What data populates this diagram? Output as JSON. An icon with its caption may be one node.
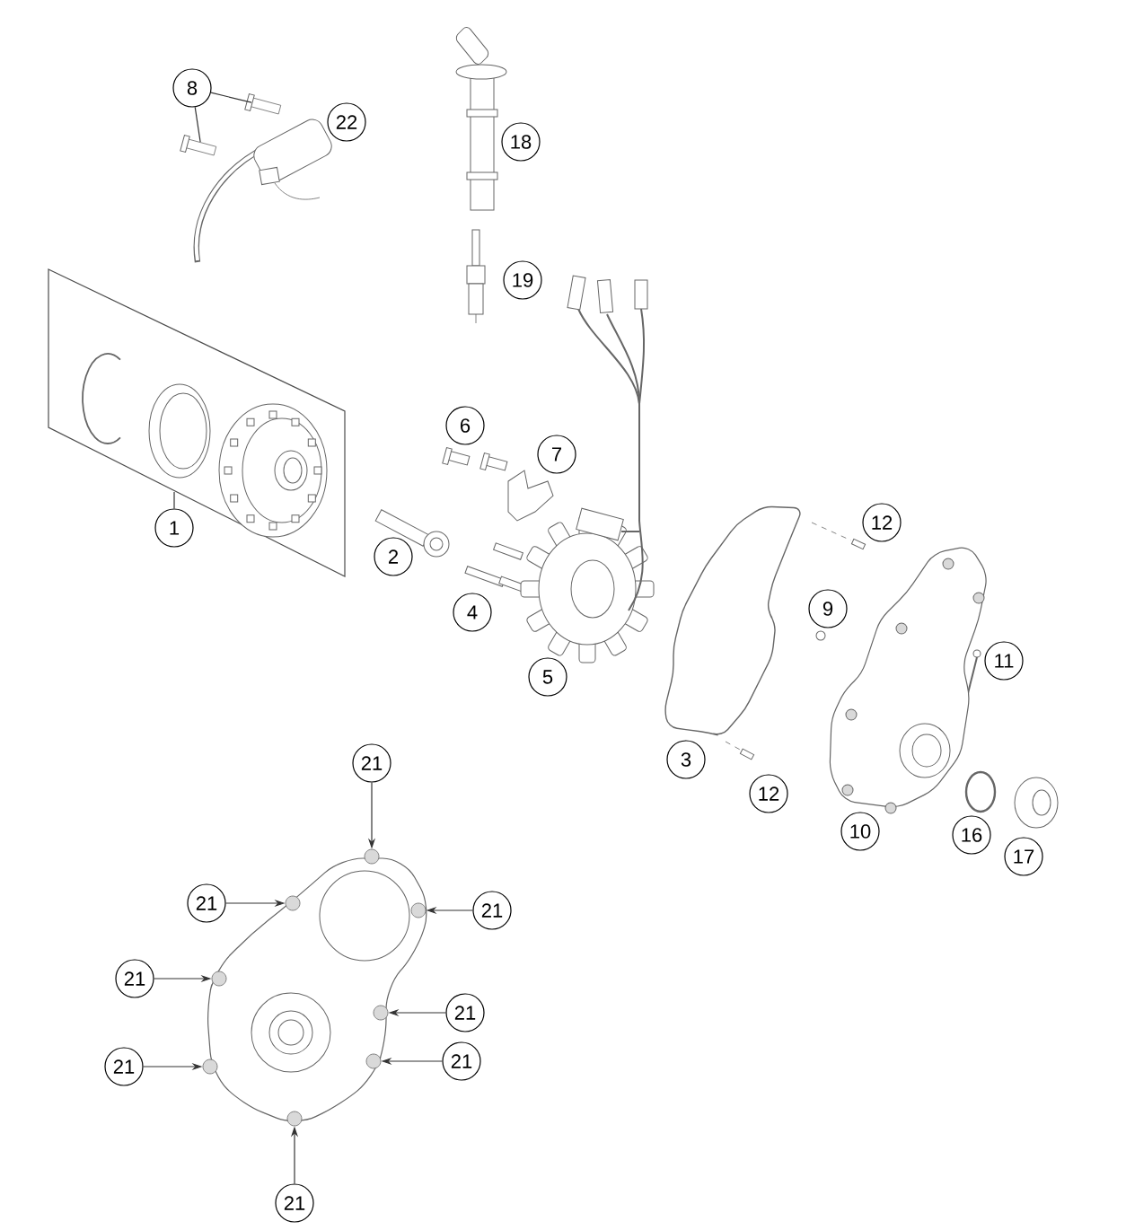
{
  "diagram": {
    "nodes": [
      {
        "text": [
          "8"
        ]
      },
      {
        "text": [
          "22"
        ]
      },
      {
        "text": [
          "18"
        ]
      },
      {
        "text": [
          "19"
        ]
      },
      {
        "text": [
          "6"
        ]
      },
      {
        "text": [
          "7"
        ]
      },
      {
        "text": [
          "12"
        ]
      },
      {
        "text": [
          "1"
        ]
      },
      {
        "text": [
          "2"
        ]
      },
      {
        "text": [
          "9"
        ]
      },
      {
        "text": [
          "4"
        ]
      },
      {
        "text": [
          "11"
        ]
      },
      {
        "text": [
          "5"
        ]
      },
      {
        "text": [
          "3"
        ]
      },
      {
        "text": [
          "21"
        ]
      },
      {
        "text": [
          "12"
        ]
      },
      {
        "text": [
          "10"
        ]
      },
      {
        "text": [
          "16"
        ]
      },
      {
        "text": [
          "17"
        ]
      },
      {
        "text": [
          "21"
        ]
      },
      {
        "text": [
          "21"
        ]
      },
      {
        "text": [
          "21"
        ]
      },
      {
        "text": [
          "21"
        ]
      },
      {
        "text": [
          "21"
        ]
      },
      {
        "text": [
          "21"
        ]
      },
      {
        "text": [
          "21"
        ]
      },
      {
        "text": [],
        "shape": "box"
      },
      {
        "text": [],
        "shape": "box"
      },
      {
        "text": [],
        "shape": "circle"
      },
      {
        "text": [],
        "shape": "circle"
      },
      {
        "text": [],
        "shape": "circle"
      },
      {
        "text": [],
        "shape": "circle"
      },
      {
        "text": [],
        "shape": "circle"
      },
      {
        "text": [],
        "shape": "circle"
      },
      {
        "text": [],
        "shape": "circle"
      },
      {
        "text": [],
        "shape": "circle"
      }
    ],
    "edges": [
      {
        "from": 0,
        "to": 26,
        "arrow": "none"
      },
      {
        "from": 0,
        "to": 27,
        "arrow": "none"
      },
      {
        "from": 7,
        "to": null,
        "arrow": "none"
      },
      {
        "from": 14,
        "to": 28,
        "arrow": "to"
      },
      {
        "from": 19,
        "to": 29,
        "arrow": "to"
      },
      {
        "from": 20,
        "to": 30,
        "arrow": "to"
      },
      {
        "from": 21,
        "to": 31,
        "arrow": "to"
      },
      {
        "from": 22,
        "to": 32,
        "arrow": "to"
      },
      {
        "from": 23,
        "to": 33,
        "arrow": "to"
      },
      {
        "from": 24,
        "to": 34,
        "arrow": "to"
      },
      {
        "from": 25,
        "to": 35,
        "arrow": "to"
      }
    ]
  }
}
